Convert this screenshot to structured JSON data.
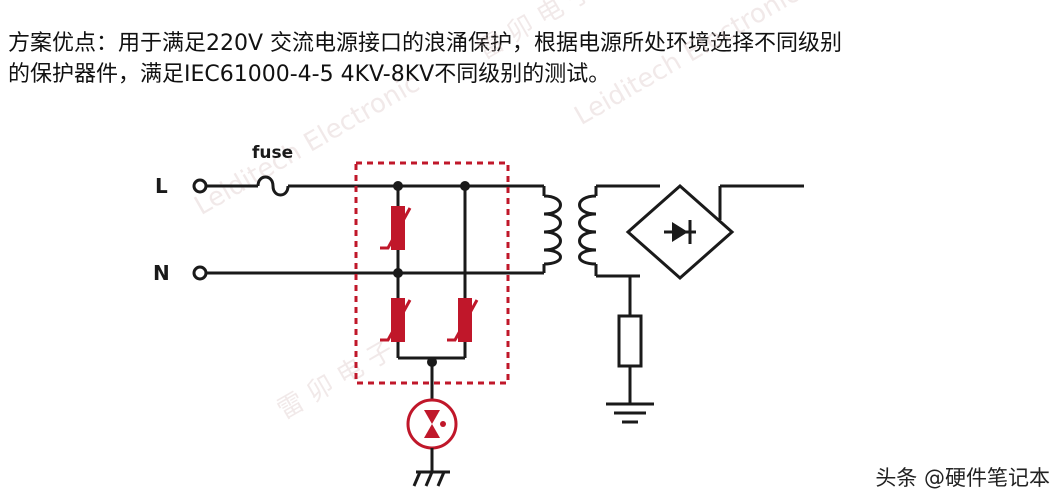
{
  "description": {
    "line1": "方案优点：用于满足220V 交流电源接口的浪涌保护，根据电源所处环境选择不同级别",
    "line2": "的保护器件，满足IEC61000-4-5 4KV-8KV不同级别的测试。"
  },
  "labels": {
    "line": "L",
    "neutral": "N",
    "fuse": "fuse"
  },
  "watermark": {
    "text": "Leiditech Electronic",
    "cn": "雷 卯 电 子"
  },
  "credit": "头条 @硬件笔记本",
  "colors": {
    "wire": "#1a1a1a",
    "protect": "#c0172a",
    "box": "#c0172a"
  }
}
